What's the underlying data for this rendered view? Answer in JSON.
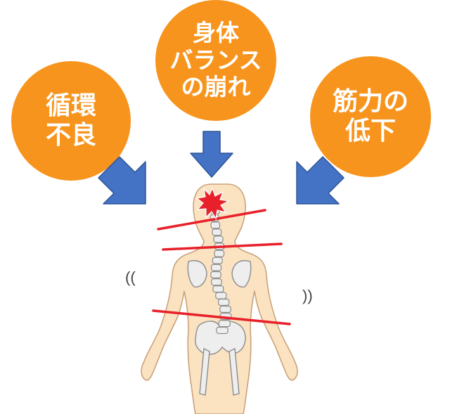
{
  "colors": {
    "bubble": "#f7941d",
    "arrow": "#4472c4",
    "arrow_edge": "#2f5597",
    "alignment_line": "#e8202a",
    "pain_burst": "#e8202a",
    "body_fill": "#fbe3c2",
    "body_outline": "#c9a27a",
    "bone": "#eeeeee"
  },
  "bubbles": {
    "left": {
      "lines": [
        "循環",
        "不良"
      ]
    },
    "center": {
      "lines": [
        "身体",
        "バランス",
        "の崩れ"
      ]
    },
    "right": {
      "lines": [
        "筋力の",
        "低下"
      ]
    }
  },
  "figure": {
    "sway_left": "((",
    "sway_right": "))"
  }
}
